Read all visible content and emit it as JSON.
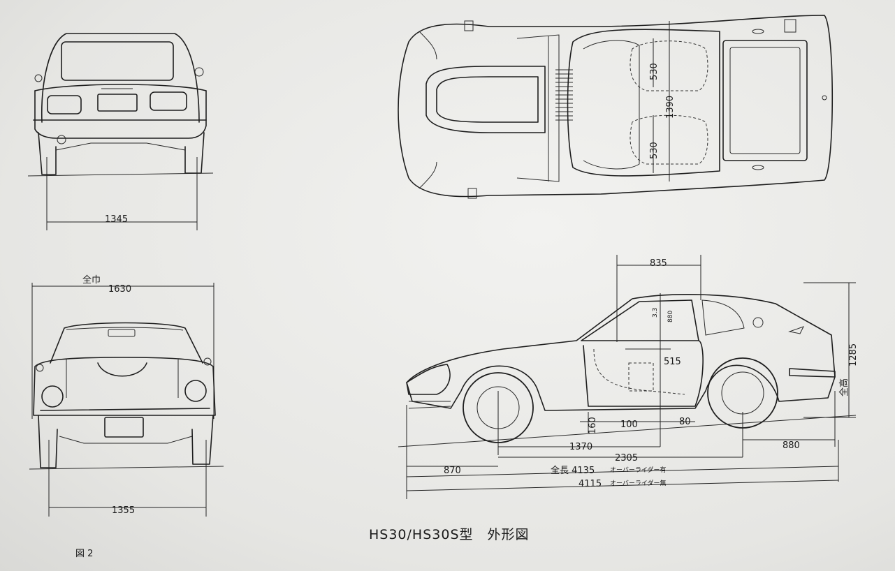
{
  "figure": {
    "title": "HS30/HS30S型　外形図",
    "figure_number": "図 2"
  },
  "rear_view": {
    "track_dim": "1345"
  },
  "front_view": {
    "width_label": "全巾",
    "width_dim": "1630",
    "track_dim": "1355"
  },
  "top_view": {
    "seat_dim_upper": "530",
    "seat_dim_total": "1390",
    "seat_dim_lower": "530"
  },
  "side_view": {
    "door_dim": "835",
    "pillar_dims": "3.3",
    "dim_880_vertical": "880",
    "dim_515": "515",
    "height_label": "全高",
    "height_dim": "1285",
    "ground_dim": "160",
    "dim_100": "100",
    "dim_80": "80",
    "dim_1370": "1370",
    "wheelbase_dim": "2305",
    "front_overhang_dim": "870",
    "rear_overhang_dim": "880",
    "length_label_1": "全長 4135",
    "length_note_1": "オーバーライダー有",
    "length_label_2": "4115",
    "length_note_2": "オーバーライダー無"
  }
}
